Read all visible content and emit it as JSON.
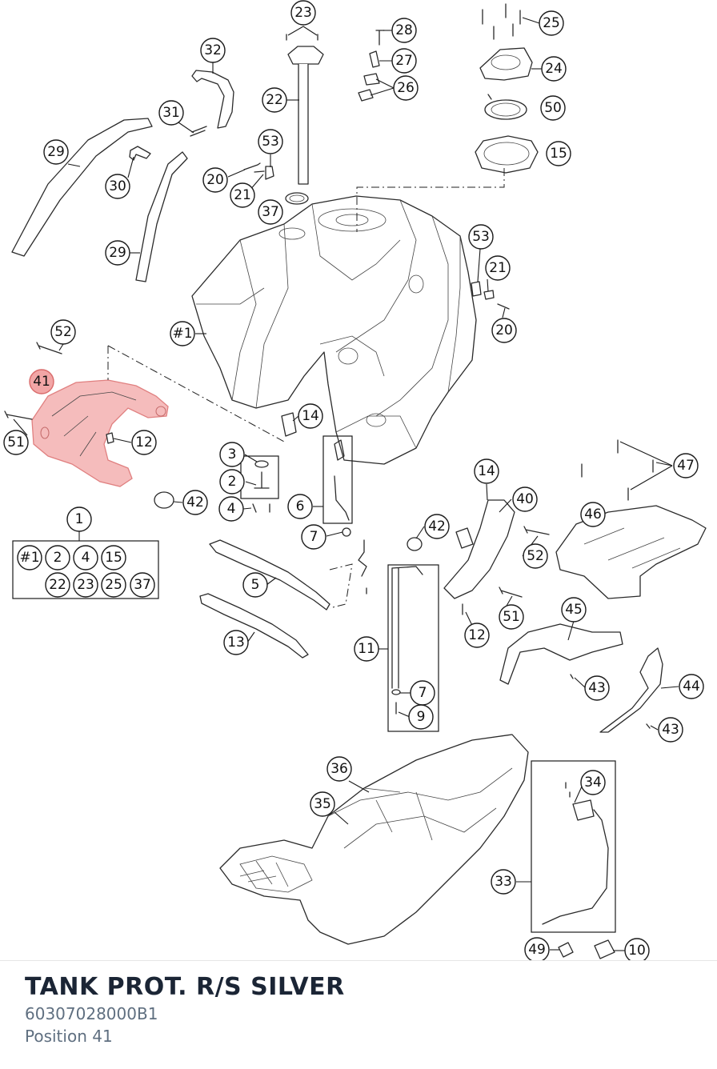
{
  "part": {
    "title": "TANK PROT. R/S SILVER",
    "number": "60307028000B1",
    "position": "Position 41",
    "highlight_color": "#f2a6a6"
  },
  "callouts": [
    "1",
    "2",
    "3",
    "4",
    "5",
    "6",
    "7",
    "7",
    "9",
    "10",
    "11",
    "12",
    "12",
    "13",
    "14",
    "14",
    "15",
    "20",
    "20",
    "21",
    "21",
    "22",
    "23",
    "24",
    "25",
    "26",
    "27",
    "28",
    "29",
    "29",
    "30",
    "31",
    "32",
    "33",
    "34",
    "35",
    "36",
    "37",
    "40",
    "41",
    "42",
    "42",
    "43",
    "43",
    "44",
    "45",
    "46",
    "47",
    "49",
    "50",
    "51",
    "51",
    "52",
    "52",
    "53",
    "53",
    "#1"
  ],
  "kit_legend": {
    "label": "1",
    "items": [
      "#1",
      "2",
      "4",
      "15",
      "22",
      "23",
      "25",
      "37"
    ]
  }
}
